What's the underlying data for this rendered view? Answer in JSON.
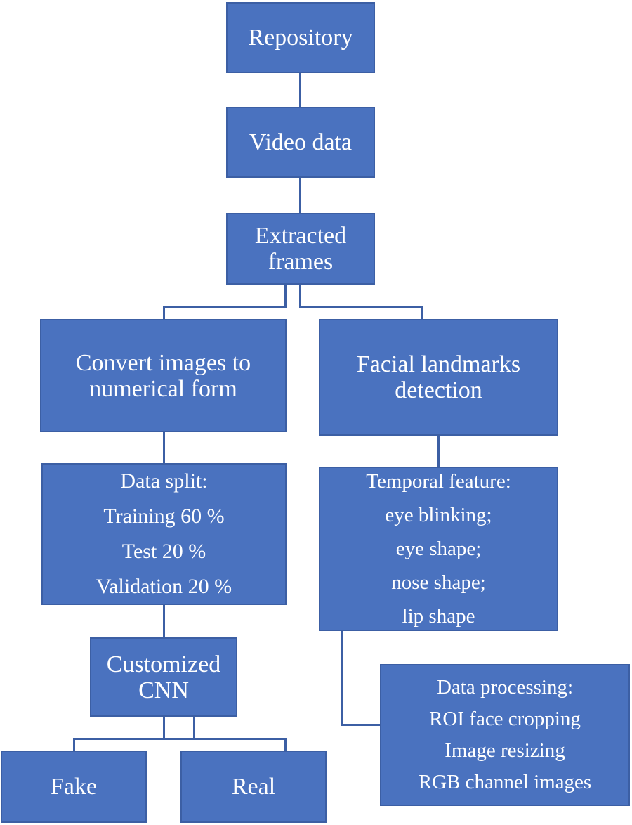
{
  "diagram": {
    "repository": "Repository",
    "video_data": "Video data",
    "extracted_frames": [
      "Extracted",
      "frames"
    ],
    "convert_images": [
      "Convert images to",
      "numerical form"
    ],
    "facial_landmarks": [
      "Facial landmarks",
      "detection"
    ],
    "data_split": [
      "Data split:",
      "Training 60 %",
      "Test 20 %",
      "Validation 20 %"
    ],
    "temporal_feature": [
      "Temporal feature:",
      "eye blinking;",
      "eye shape;",
      "nose shape;",
      "lip shape"
    ],
    "customized_cnn": [
      "Customized",
      "CNN"
    ],
    "data_processing": [
      "Data processing:",
      "ROI face cropping",
      "Image resizing",
      "RGB channel images"
    ],
    "fake": "Fake",
    "real": "Real"
  }
}
